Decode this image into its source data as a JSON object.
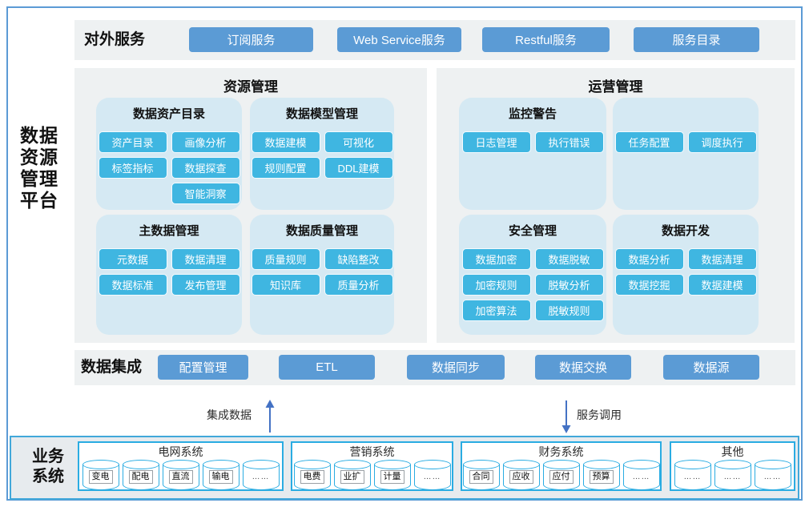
{
  "platform": {
    "title": "数据\n资源\n管理\n平台"
  },
  "external": {
    "label": "对外服务",
    "buttons": [
      "订阅服务",
      "Web Service服务",
      "Restful服务",
      "服务目录"
    ]
  },
  "resource": {
    "title": "资源管理",
    "groups": [
      {
        "title": "数据资产目录",
        "buttons": [
          "资产目录",
          "画像分析",
          "标签指标",
          "数据探查",
          "智能洞察"
        ]
      },
      {
        "title": "数据模型管理",
        "buttons": [
          "数据建模",
          "可视化",
          "规则配置",
          "DDL建模"
        ]
      },
      {
        "title": "主数据管理",
        "buttons": [
          "元数据",
          "数据清理",
          "数据标准",
          "发布管理"
        ]
      },
      {
        "title": "数据质量管理",
        "buttons": [
          "质量规则",
          "缺陷整改",
          "知识库",
          "质量分析"
        ]
      }
    ]
  },
  "operation": {
    "title": "运营管理",
    "groups": [
      {
        "title": "监控警告",
        "buttons": [
          "日志管理",
          "执行错误"
        ]
      },
      {
        "title": "",
        "buttons": [
          "任务配置",
          "调度执行"
        ]
      },
      {
        "title": "安全管理",
        "buttons": [
          "数据加密",
          "数据脱敏",
          "加密规则",
          "脱敏分析",
          "加密算法",
          "脱敏规则"
        ]
      },
      {
        "title": "数据开发",
        "buttons": [
          "数据分析",
          "数据清理",
          "数据挖掘",
          "数据建模"
        ]
      }
    ]
  },
  "integration": {
    "label": "数据集成",
    "buttons": [
      "配置管理",
      "ETL",
      "数据同步",
      "数据交换",
      "数据源"
    ]
  },
  "flows": {
    "up_label": "集成数据",
    "down_label": "服务调用"
  },
  "business": {
    "label": "业务\n系统",
    "groups": [
      {
        "title": "电网系统",
        "systems": [
          "变电",
          "配电",
          "直流",
          "输电",
          "……"
        ]
      },
      {
        "title": "营销系统",
        "systems": [
          "电费",
          "业扩",
          "计量",
          "……"
        ]
      },
      {
        "title": "财务系统",
        "systems": [
          "合同",
          "应收",
          "应付",
          "预算",
          "……"
        ]
      },
      {
        "title": "其他",
        "systems": [
          "……",
          "……",
          "……"
        ]
      }
    ]
  },
  "colors": {
    "accent_blue": "#5b9bd5",
    "cyan_button": "#3fb6e1",
    "subpanel_bg": "#d5e9f3",
    "section_bg": "#eef1f2",
    "cylinder_border": "#2aace2",
    "arrow_blue": "#4472c4"
  }
}
